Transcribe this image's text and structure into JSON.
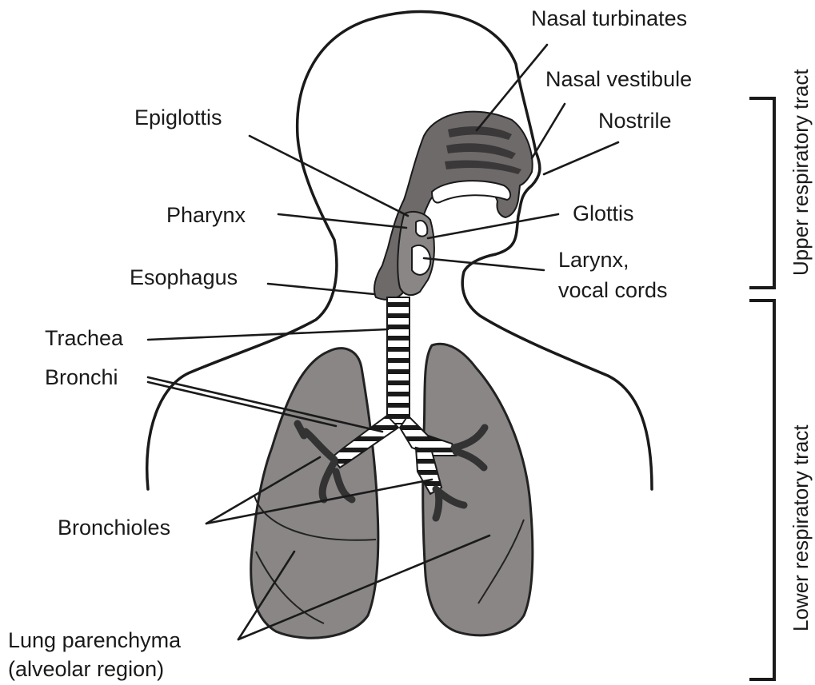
{
  "colors": {
    "organ_fill": "#8a8686",
    "cavity_fill": "#6e6a6a",
    "line": "#1a1a1a",
    "background": "#ffffff"
  },
  "labels": {
    "nasal_turbinates": "Nasal turbinates",
    "nasal_vestibule": "Nasal vestibule",
    "nostrile": "Nostrile",
    "epiglottis": "Epiglottis",
    "pharynx": "Pharynx",
    "glottis": "Glottis",
    "larynx_line1": "Larynx,",
    "larynx_line2": "vocal cords",
    "esophagus": "Esophagus",
    "trachea": "Trachea",
    "bronchi": "Bronchi",
    "bronchioles": "Bronchioles",
    "lung_line1": "Lung parenchyma",
    "lung_line2": "(alveolar region)"
  },
  "regions": {
    "upper": "Upper respiratory tract",
    "lower": "Lower respiratory tract"
  }
}
